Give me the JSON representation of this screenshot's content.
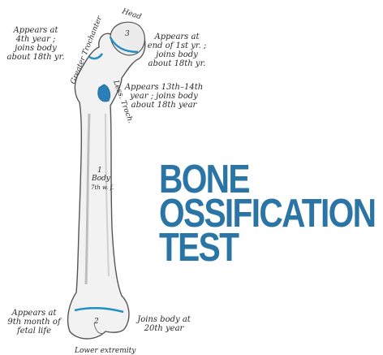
{
  "title_lines": [
    "BONE",
    "OSSIFICATION",
    "TEST"
  ],
  "colors": {
    "title": "#2a75a6",
    "ossification_line": "#1f8fc4",
    "bone_fill": "#f2f2f2",
    "bone_stroke": "#555555"
  },
  "labels": {
    "head": "Head",
    "head_number": "3",
    "greater_trochanter": "Greater Trochanter",
    "lesser_trochanter": "Less. Troch.",
    "body": "Body",
    "body_number": "1",
    "body_fetal": "7th w. f.",
    "lower_extremity": "Lower extremity",
    "lower_number": "2",
    "greater_trochanter_note": "Appears at\n4th year ;\njoins body\nabout 18th yr.",
    "head_note": "Appears at\nend of 1st yr. ;\njoins body\nabout 18th yr.",
    "lesser_trochanter_note": "Appears 13th–14th\nyear ; joins body\nabout 18th year",
    "lower_appears_note": "Appears at\n9th month of\nfetal life",
    "lower_joins_note": "Joins body at\n20th year"
  }
}
